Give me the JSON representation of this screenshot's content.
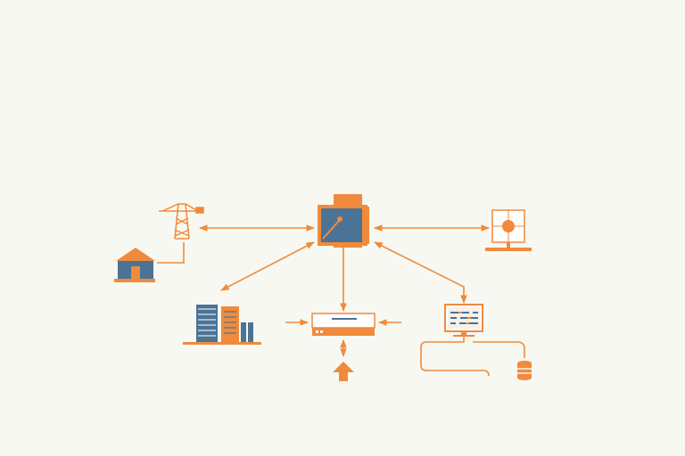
{
  "colors": {
    "background": "#f7f8f1",
    "accent": "#f08a3c",
    "primary": "#4a7396",
    "light": "#ffffff"
  },
  "nodes": [
    {
      "id": "central-server",
      "icon": "server-cabinet-icon"
    },
    {
      "id": "cell-tower",
      "icon": "cell-tower-icon"
    },
    {
      "id": "house",
      "icon": "house-icon"
    },
    {
      "id": "office-buildings",
      "icon": "office-buildings-icon"
    },
    {
      "id": "switch",
      "icon": "network-switch-icon"
    },
    {
      "id": "upload",
      "icon": "upload-arrow-icon"
    },
    {
      "id": "workstation",
      "icon": "monitor-icon"
    },
    {
      "id": "database",
      "icon": "database-icon"
    },
    {
      "id": "target-display",
      "icon": "target-display-icon"
    }
  ],
  "connections": [
    {
      "from": "central-server",
      "to": "cell-tower",
      "direction": "both"
    },
    {
      "from": "central-server",
      "to": "target-display",
      "direction": "both"
    },
    {
      "from": "central-server",
      "to": "office-buildings",
      "direction": "both"
    },
    {
      "from": "central-server",
      "to": "switch",
      "direction": "forward"
    },
    {
      "from": "central-server",
      "to": "workstation",
      "direction": "both"
    },
    {
      "from": "cell-tower",
      "to": "house",
      "direction": "none"
    },
    {
      "from": "switch",
      "to": "upload",
      "direction": "both"
    },
    {
      "from": "workstation",
      "to": "database",
      "direction": "none"
    }
  ]
}
